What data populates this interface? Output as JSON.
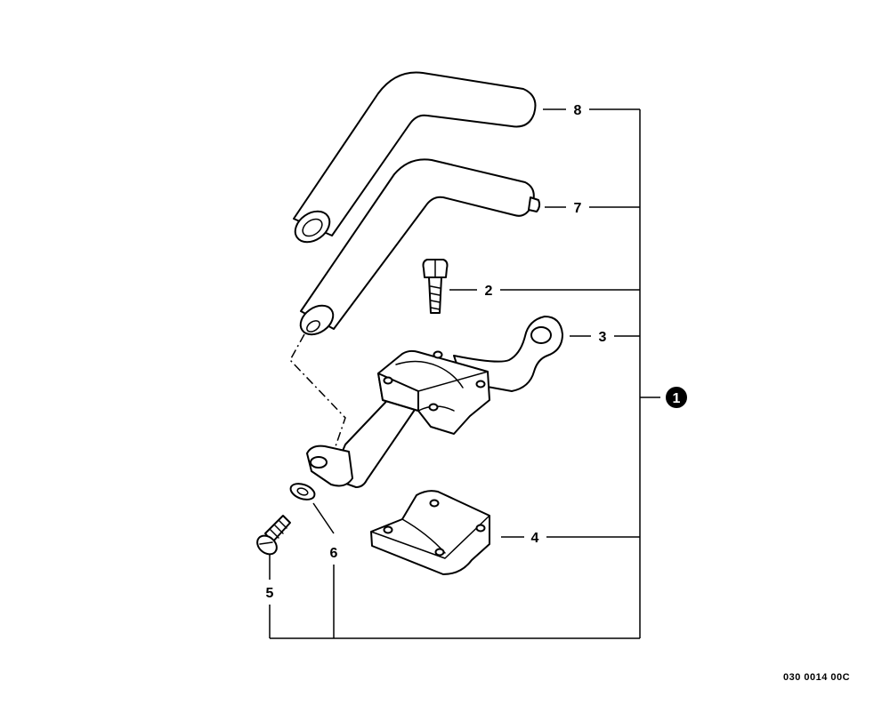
{
  "callouts": {
    "handle_upper": "8",
    "handle_lower": "7",
    "screw_top": "2",
    "bracket": "3",
    "clamp": "4",
    "screw_bottom": "5",
    "washer": "6",
    "assembly": "1"
  },
  "reference_code": "030 0014 00C"
}
